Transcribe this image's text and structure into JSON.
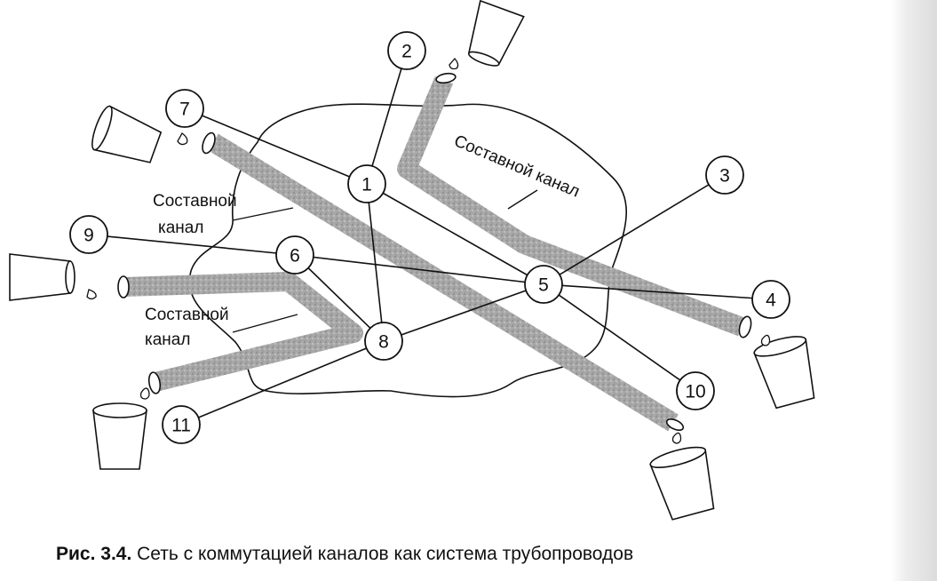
{
  "nodes": [
    {
      "id": "1",
      "label": "1"
    },
    {
      "id": "2",
      "label": "2"
    },
    {
      "id": "3",
      "label": "3"
    },
    {
      "id": "4",
      "label": "4"
    },
    {
      "id": "5",
      "label": "5"
    },
    {
      "id": "6",
      "label": "6"
    },
    {
      "id": "7",
      "label": "7"
    },
    {
      "id": "8",
      "label": "8"
    },
    {
      "id": "9",
      "label": "9"
    },
    {
      "id": "10",
      "label": "10"
    },
    {
      "id": "11",
      "label": "11"
    }
  ],
  "edges": [
    [
      "1",
      "2"
    ],
    [
      "1",
      "7"
    ],
    [
      "1",
      "5"
    ],
    [
      "1",
      "8"
    ],
    [
      "5",
      "3"
    ],
    [
      "5",
      "4"
    ],
    [
      "5",
      "6"
    ],
    [
      "5",
      "8"
    ],
    [
      "5",
      "10"
    ],
    [
      "6",
      "9"
    ],
    [
      "6",
      "8"
    ],
    [
      "8",
      "11"
    ]
  ],
  "channel_labels": {
    "left_top_line1": "Составной",
    "left_top_line2": "канал",
    "left_bottom_line1": "Составной",
    "left_bottom_line2": "канал",
    "right": "Составной канал"
  },
  "caption": {
    "prefix": "Рис. 3.4.",
    "text": " Сеть с коммутацией каналов как система трубопроводов"
  }
}
